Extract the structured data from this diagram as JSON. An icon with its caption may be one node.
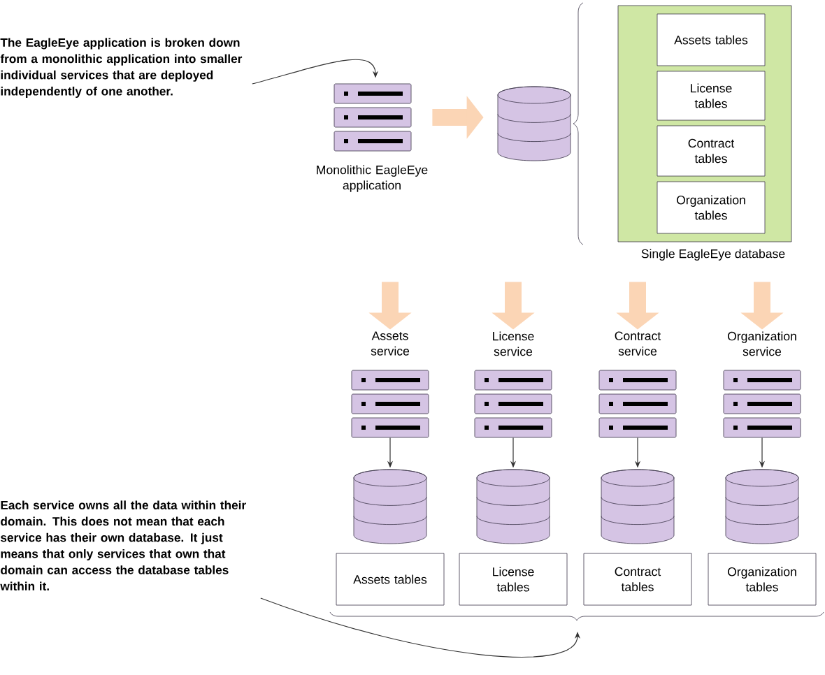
{
  "diagram": {
    "nodes": [
      {
        "text": [
          "The EagleEye application is broken down from a monolithic application into smaller individual services that are deployed independently of one another."
        ]
      },
      {
        "text": [],
        "shape": "server",
        "beside": [
          "Monolithic EagleEye application"
        ]
      },
      {
        "text": [],
        "shape": "cylinder"
      },
      {
        "text": [],
        "shape": "box",
        "beside": [
          "Single EagleEye database"
        ]
      },
      {
        "text": [
          "Assets tables"
        ],
        "in": 3
      },
      {
        "text": [
          "License tables"
        ],
        "in": 3
      },
      {
        "text": [
          "Contract tables"
        ],
        "in": 3
      },
      {
        "text": [
          "Organization tables"
        ],
        "in": 3
      },
      {
        "text": [
          "Assets service"
        ]
      },
      {
        "text": [
          "License service"
        ]
      },
      {
        "text": [
          "Contract service"
        ]
      },
      {
        "text": [
          "Organization service"
        ]
      },
      {
        "text": [],
        "shape": "cylinder"
      },
      {
        "text": [],
        "shape": "cylinder"
      },
      {
        "text": [],
        "shape": "cylinder"
      },
      {
        "text": [],
        "shape": "cylinder"
      },
      {
        "text": [
          "Assets tables"
        ]
      },
      {
        "text": [
          "License tables"
        ]
      },
      {
        "text": [
          "Contract tables"
        ]
      },
      {
        "text": [
          "Organization tables"
        ]
      },
      {
        "text": [
          "Each service owns all the data within their domain. This does not mean that each service has their own database. It just means that only services that own that domain can access the database tables within it."
        ]
      }
    ],
    "edges": [
      {
        "from": 0,
        "to": 1,
        "arrow": "to"
      },
      {
        "from": 1,
        "to": 2,
        "arrow": "to",
        "style": "thick",
        "color": "#fbd5b5"
      },
      {
        "from": null,
        "to": 8,
        "arrow": "to",
        "style": "thick",
        "color": "#fbd5b5"
      },
      {
        "from": null,
        "to": 9,
        "arrow": "to",
        "style": "thick",
        "color": "#fbd5b5"
      },
      {
        "from": null,
        "to": 10,
        "arrow": "to",
        "style": "thick",
        "color": "#fbd5b5"
      },
      {
        "from": null,
        "to": 11,
        "arrow": "to",
        "style": "thick",
        "color": "#fbd5b5"
      },
      {
        "from": 8,
        "to": 12,
        "arrow": "to"
      },
      {
        "from": 9,
        "to": 13,
        "arrow": "to"
      },
      {
        "from": 10,
        "to": 14,
        "arrow": "to"
      },
      {
        "from": 11,
        "to": 15,
        "arrow": "to"
      },
      {
        "from": 20,
        "to": null,
        "arrow": "to"
      }
    ]
  }
}
